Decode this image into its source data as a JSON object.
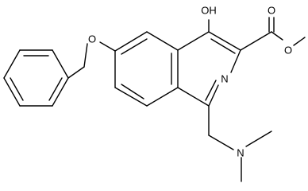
{
  "molecule": {
    "atom_labels": {
      "hydroxyl": "OH",
      "ester_carbonyl_oxygen": "O",
      "ester_ether_oxygen": "O",
      "ring_nitrogen": "N",
      "phenoxy_oxygen": "O",
      "amine_nitrogen": "N"
    },
    "colors": {
      "bond": "#000000",
      "label": "#000000",
      "background": "#ffffff"
    }
  }
}
